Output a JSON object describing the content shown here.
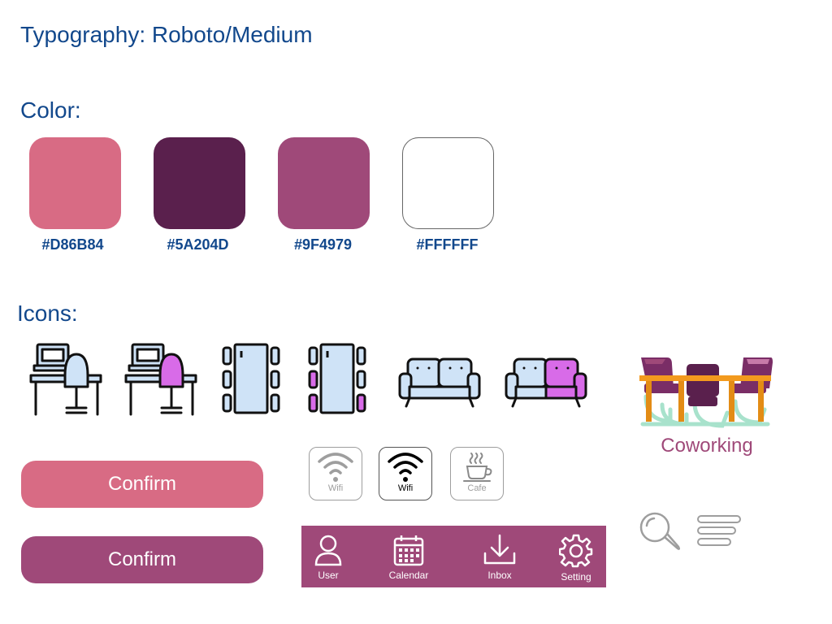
{
  "typography": {
    "heading": "Typography: Roboto/Medium"
  },
  "color_section": {
    "heading": "Color:",
    "swatches": [
      {
        "hex": "#D86B84",
        "label": "#D86B84"
      },
      {
        "hex": "#5A204D",
        "label": "#5A204D"
      },
      {
        "hex": "#9F4979",
        "label": "#9F4979"
      },
      {
        "hex": "#FFFFFF",
        "label": "#FFFFFF"
      }
    ]
  },
  "icons_section": {
    "heading": "Icons:",
    "icons": [
      "desk-chair-icon",
      "desk-chair-selected-icon",
      "meeting-table-icon",
      "meeting-table-selected-icon",
      "sofa-icon",
      "sofa-selected-icon",
      "coworking-illustration"
    ],
    "coworking_label": "Coworking"
  },
  "buttons": {
    "confirm_primary": "Confirm",
    "confirm_secondary": "Confirm"
  },
  "amenities": [
    {
      "icon": "wifi-icon",
      "label": "Wifi",
      "state": "inactive"
    },
    {
      "icon": "wifi-icon",
      "label": "Wifi",
      "state": "active"
    },
    {
      "icon": "coffee-cup-icon",
      "label": "Cafe",
      "state": "inactive"
    }
  ],
  "bottom_nav": {
    "background": "#9F4979",
    "items": [
      {
        "icon": "user-icon",
        "label": "User"
      },
      {
        "icon": "calendar-icon",
        "label": "Calendar"
      },
      {
        "icon": "download-icon",
        "label": "Inbox"
      },
      {
        "icon": "gear-icon",
        "label": "Setting"
      }
    ]
  },
  "misc_icons": [
    "search-icon",
    "menu-icon"
  ],
  "colors": {
    "heading": "#12488C",
    "accent": "#D86B84",
    "dark": "#5A204D",
    "primary": "#9F4979",
    "icon_fill": "#CFE3F7",
    "icon_highlight": "#D86BE8"
  }
}
